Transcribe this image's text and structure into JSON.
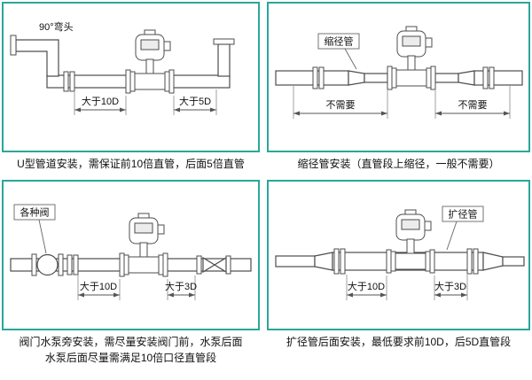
{
  "colors": {
    "accent": "#2aa79b",
    "line": "#4d4d4d",
    "text": "#111111"
  },
  "panels": [
    {
      "name": "u-type-pipe-installation",
      "label": "90°弯头",
      "dims": {
        "before": "大于10D",
        "after": "大于5D"
      },
      "caption": "U型管道安装，需保证前10倍直管，后面5倍直管"
    },
    {
      "name": "reducer-pipe-installation",
      "label": "缩径管",
      "dims": {
        "before": "不需要",
        "after": "不需要"
      },
      "caption": "缩径管安装（直管段上缩径，一般不需要）"
    },
    {
      "name": "valve-pump-installation",
      "label": "各种阀",
      "dims": {
        "before": "大于10D",
        "after": "大于3D"
      },
      "caption": "阀门水泵旁安装，需尽量安装阀门前，水泵后面",
      "caption2": "水泵后面尽量需满足10倍口径直管段"
    },
    {
      "name": "expander-pipe-installation",
      "label": "扩径管",
      "dims": {
        "before": "大于10D",
        "after": "大于3D"
      },
      "caption": "扩径管后面安装，最低要求前10D，后5D直管段"
    }
  ]
}
